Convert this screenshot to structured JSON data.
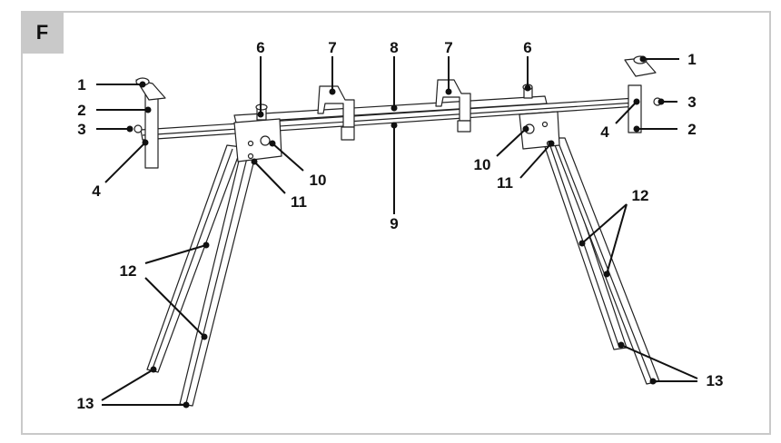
{
  "figure": {
    "letter": "F"
  },
  "callouts": {
    "c1L": "1",
    "c2L": "2",
    "c3L": "3",
    "c4L": "4",
    "c6L": "6",
    "c7L": "7",
    "c8": "8",
    "c7R": "7",
    "c6R": "6",
    "c1R": "1",
    "c3R": "3",
    "c4R": "4",
    "c2R": "2",
    "c10L": "10",
    "c11L": "11",
    "c9": "9",
    "c10R": "10",
    "c11R": "11",
    "c12L": "12",
    "c12R": "12",
    "c13L": "13",
    "c13R": "13"
  },
  "colors": {
    "frame": "#c9c9c9",
    "ink": "#111111"
  }
}
